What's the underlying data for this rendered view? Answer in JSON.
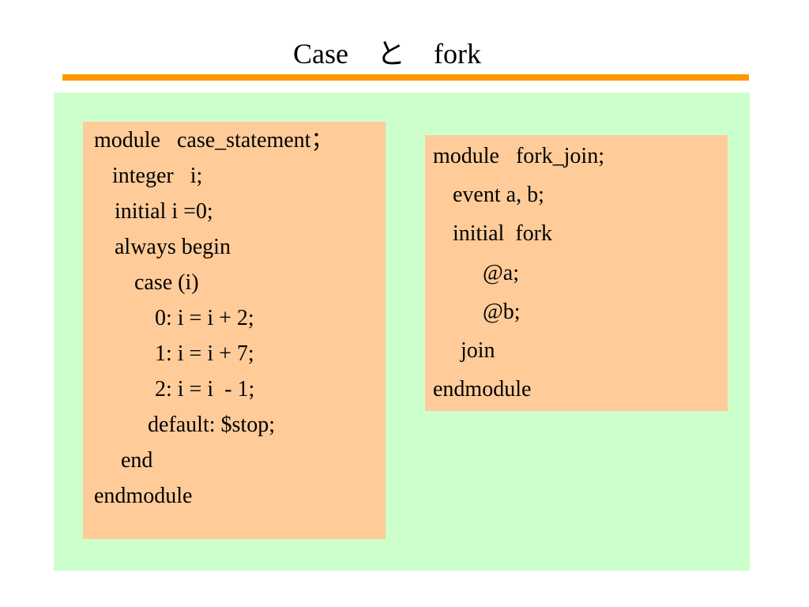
{
  "slide": {
    "title": "Case　と　fork"
  },
  "case_code": {
    "lines": [
      "module   case_statement；",
      "integer   i;",
      "initial i =0;",
      "always begin",
      "case (i)",
      "0: i = i + 2;",
      "1: i = i + 7;",
      "2: i = i  - 1;",
      "default: $stop;",
      "end",
      "endmodule"
    ]
  },
  "fork_code": {
    "lines": [
      "module   fork_join;",
      "event a, b;",
      "initial  fork",
      "@a;",
      "@b;",
      "join",
      "endmodule"
    ]
  }
}
